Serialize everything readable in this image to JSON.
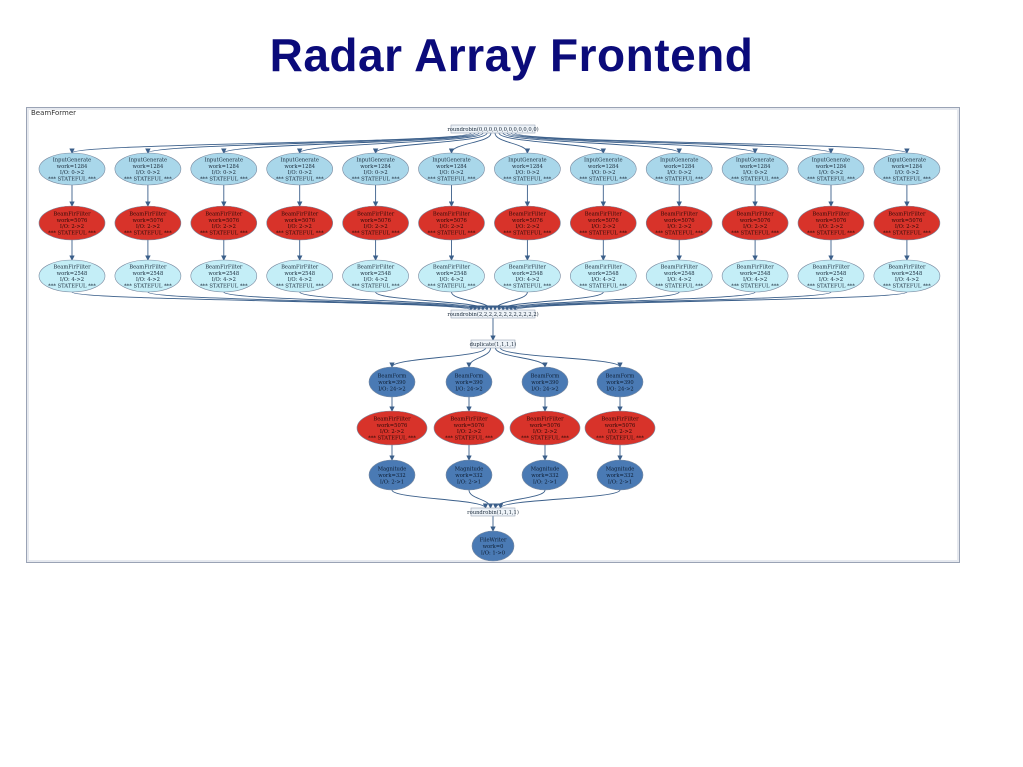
{
  "title": "Radar Array Frontend",
  "graph": {
    "outer_label": "BeamFormer",
    "colors": {
      "light_node": "#a9d7ea",
      "lighter_node": "#c4eef7",
      "red_node": "#d8332a",
      "blue_node": "#4a7ab4",
      "edge": "#3b5f8a",
      "text": "#1a2a3a"
    },
    "split_top": "roundrobin(0,0,0,0,0,0,0,0,0,0,0,0)",
    "join_top": "roundrobin(2,2,2,2,2,2,2,2,2,2,2,2)",
    "split_mid": "duplicate(1,1,1,1)",
    "join_bottom": "roundrobin(1,1,1,1)",
    "input_pipelines": [
      {
        "generator": [
          "InputGenerate",
          "work=1284",
          "I/O: 0->2",
          "*** STATEFUL ***"
        ],
        "filter1": [
          "BeamFirFilter",
          "work=5076",
          "I/O: 2->2",
          "*** STATEFUL ***"
        ],
        "filter2": [
          "BeamFirFilter",
          "work=2548",
          "I/O: 4->2",
          "*** STATEFUL ***"
        ]
      },
      {
        "generator": [
          "InputGenerate",
          "work=1284",
          "I/O: 0->2",
          "*** STATEFUL ***"
        ],
        "filter1": [
          "BeamFirFilter",
          "work=5076",
          "I/O: 2->2",
          "*** STATEFUL ***"
        ],
        "filter2": [
          "BeamFirFilter",
          "work=2548",
          "I/O: 4->2",
          "*** STATEFUL ***"
        ]
      },
      {
        "generator": [
          "InputGenerate",
          "work=1284",
          "I/O: 0->2",
          "*** STATEFUL ***"
        ],
        "filter1": [
          "BeamFirFilter",
          "work=5076",
          "I/O: 2->2",
          "*** STATEFUL ***"
        ],
        "filter2": [
          "BeamFirFilter",
          "work=2548",
          "I/O: 4->2",
          "*** STATEFUL ***"
        ]
      },
      {
        "generator": [
          "InputGenerate",
          "work=1284",
          "I/O: 0->2",
          "*** STATEFUL ***"
        ],
        "filter1": [
          "BeamFirFilter",
          "work=5076",
          "I/O: 2->2",
          "*** STATEFUL ***"
        ],
        "filter2": [
          "BeamFirFilter",
          "work=2548",
          "I/O: 4->2",
          "*** STATEFUL ***"
        ]
      },
      {
        "generator": [
          "InputGenerate",
          "work=1284",
          "I/O: 0->2",
          "*** STATEFUL ***"
        ],
        "filter1": [
          "BeamFirFilter",
          "work=5076",
          "I/O: 2->2",
          "*** STATEFUL ***"
        ],
        "filter2": [
          "BeamFirFilter",
          "work=2548",
          "I/O: 4->2",
          "*** STATEFUL ***"
        ]
      },
      {
        "generator": [
          "InputGenerate",
          "work=1284",
          "I/O: 0->2",
          "*** STATEFUL ***"
        ],
        "filter1": [
          "BeamFirFilter",
          "work=5076",
          "I/O: 2->2",
          "*** STATEFUL ***"
        ],
        "filter2": [
          "BeamFirFilter",
          "work=2548",
          "I/O: 4->2",
          "*** STATEFUL ***"
        ]
      },
      {
        "generator": [
          "InputGenerate",
          "work=1284",
          "I/O: 0->2",
          "*** STATEFUL ***"
        ],
        "filter1": [
          "BeamFirFilter",
          "work=5076",
          "I/O: 2->2",
          "*** STATEFUL ***"
        ],
        "filter2": [
          "BeamFirFilter",
          "work=2548",
          "I/O: 4->2",
          "*** STATEFUL ***"
        ]
      },
      {
        "generator": [
          "InputGenerate",
          "work=1284",
          "I/O: 0->2",
          "*** STATEFUL ***"
        ],
        "filter1": [
          "BeamFirFilter",
          "work=5076",
          "I/O: 2->2",
          "*** STATEFUL ***"
        ],
        "filter2": [
          "BeamFirFilter",
          "work=2548",
          "I/O: 4->2",
          "*** STATEFUL ***"
        ]
      },
      {
        "generator": [
          "InputGenerate",
          "work=1284",
          "I/O: 0->2",
          "*** STATEFUL ***"
        ],
        "filter1": [
          "BeamFirFilter",
          "work=5076",
          "I/O: 2->2",
          "*** STATEFUL ***"
        ],
        "filter2": [
          "BeamFirFilter",
          "work=2548",
          "I/O: 4->2",
          "*** STATEFUL ***"
        ]
      },
      {
        "generator": [
          "InputGenerate",
          "work=1284",
          "I/O: 0->2",
          "*** STATEFUL ***"
        ],
        "filter1": [
          "BeamFirFilter",
          "work=5076",
          "I/O: 2->2",
          "*** STATEFUL ***"
        ],
        "filter2": [
          "BeamFirFilter",
          "work=2548",
          "I/O: 4->2",
          "*** STATEFUL ***"
        ]
      },
      {
        "generator": [
          "InputGenerate",
          "work=1284",
          "I/O: 0->2",
          "*** STATEFUL ***"
        ],
        "filter1": [
          "BeamFirFilter",
          "work=5076",
          "I/O: 2->2",
          "*** STATEFUL ***"
        ],
        "filter2": [
          "BeamFirFilter",
          "work=2548",
          "I/O: 4->2",
          "*** STATEFUL ***"
        ]
      },
      {
        "generator": [
          "InputGenerate",
          "work=1284",
          "I/O: 0->2",
          "*** STATEFUL ***"
        ],
        "filter1": [
          "BeamFirFilter",
          "work=5076",
          "I/O: 2->2",
          "*** STATEFUL ***"
        ],
        "filter2": [
          "BeamFirFilter",
          "work=2548",
          "I/O: 4->2",
          "*** STATEFUL ***"
        ]
      }
    ],
    "beam_pipelines": [
      {
        "beamform": [
          "BeamForm",
          "work=390",
          "I/O: 24->2"
        ],
        "filter": [
          "BeamFirFilter",
          "work=5076",
          "I/O: 2->2",
          "*** STATEFUL ***"
        ],
        "magnitude": [
          "Magnitude",
          "work=332",
          "I/O: 2->1"
        ]
      },
      {
        "beamform": [
          "BeamForm",
          "work=390",
          "I/O: 24->2"
        ],
        "filter": [
          "BeamFirFilter",
          "work=5076",
          "I/O: 2->2",
          "*** STATEFUL ***"
        ],
        "magnitude": [
          "Magnitude",
          "work=332",
          "I/O: 2->1"
        ]
      },
      {
        "beamform": [
          "BeamForm",
          "work=390",
          "I/O: 24->2"
        ],
        "filter": [
          "BeamFirFilter",
          "work=5076",
          "I/O: 2->2",
          "*** STATEFUL ***"
        ],
        "magnitude": [
          "Magnitude",
          "work=332",
          "I/O: 2->1"
        ]
      },
      {
        "beamform": [
          "BeamForm",
          "work=390",
          "I/O: 24->2"
        ],
        "filter": [
          "BeamFirFilter",
          "work=5076",
          "I/O: 2->2",
          "*** STATEFUL ***"
        ],
        "magnitude": [
          "Magnitude",
          "work=332",
          "I/O: 2->1"
        ]
      }
    ],
    "sink": [
      "FileWriter",
      "work=0",
      "I/O: 1->0"
    ]
  }
}
